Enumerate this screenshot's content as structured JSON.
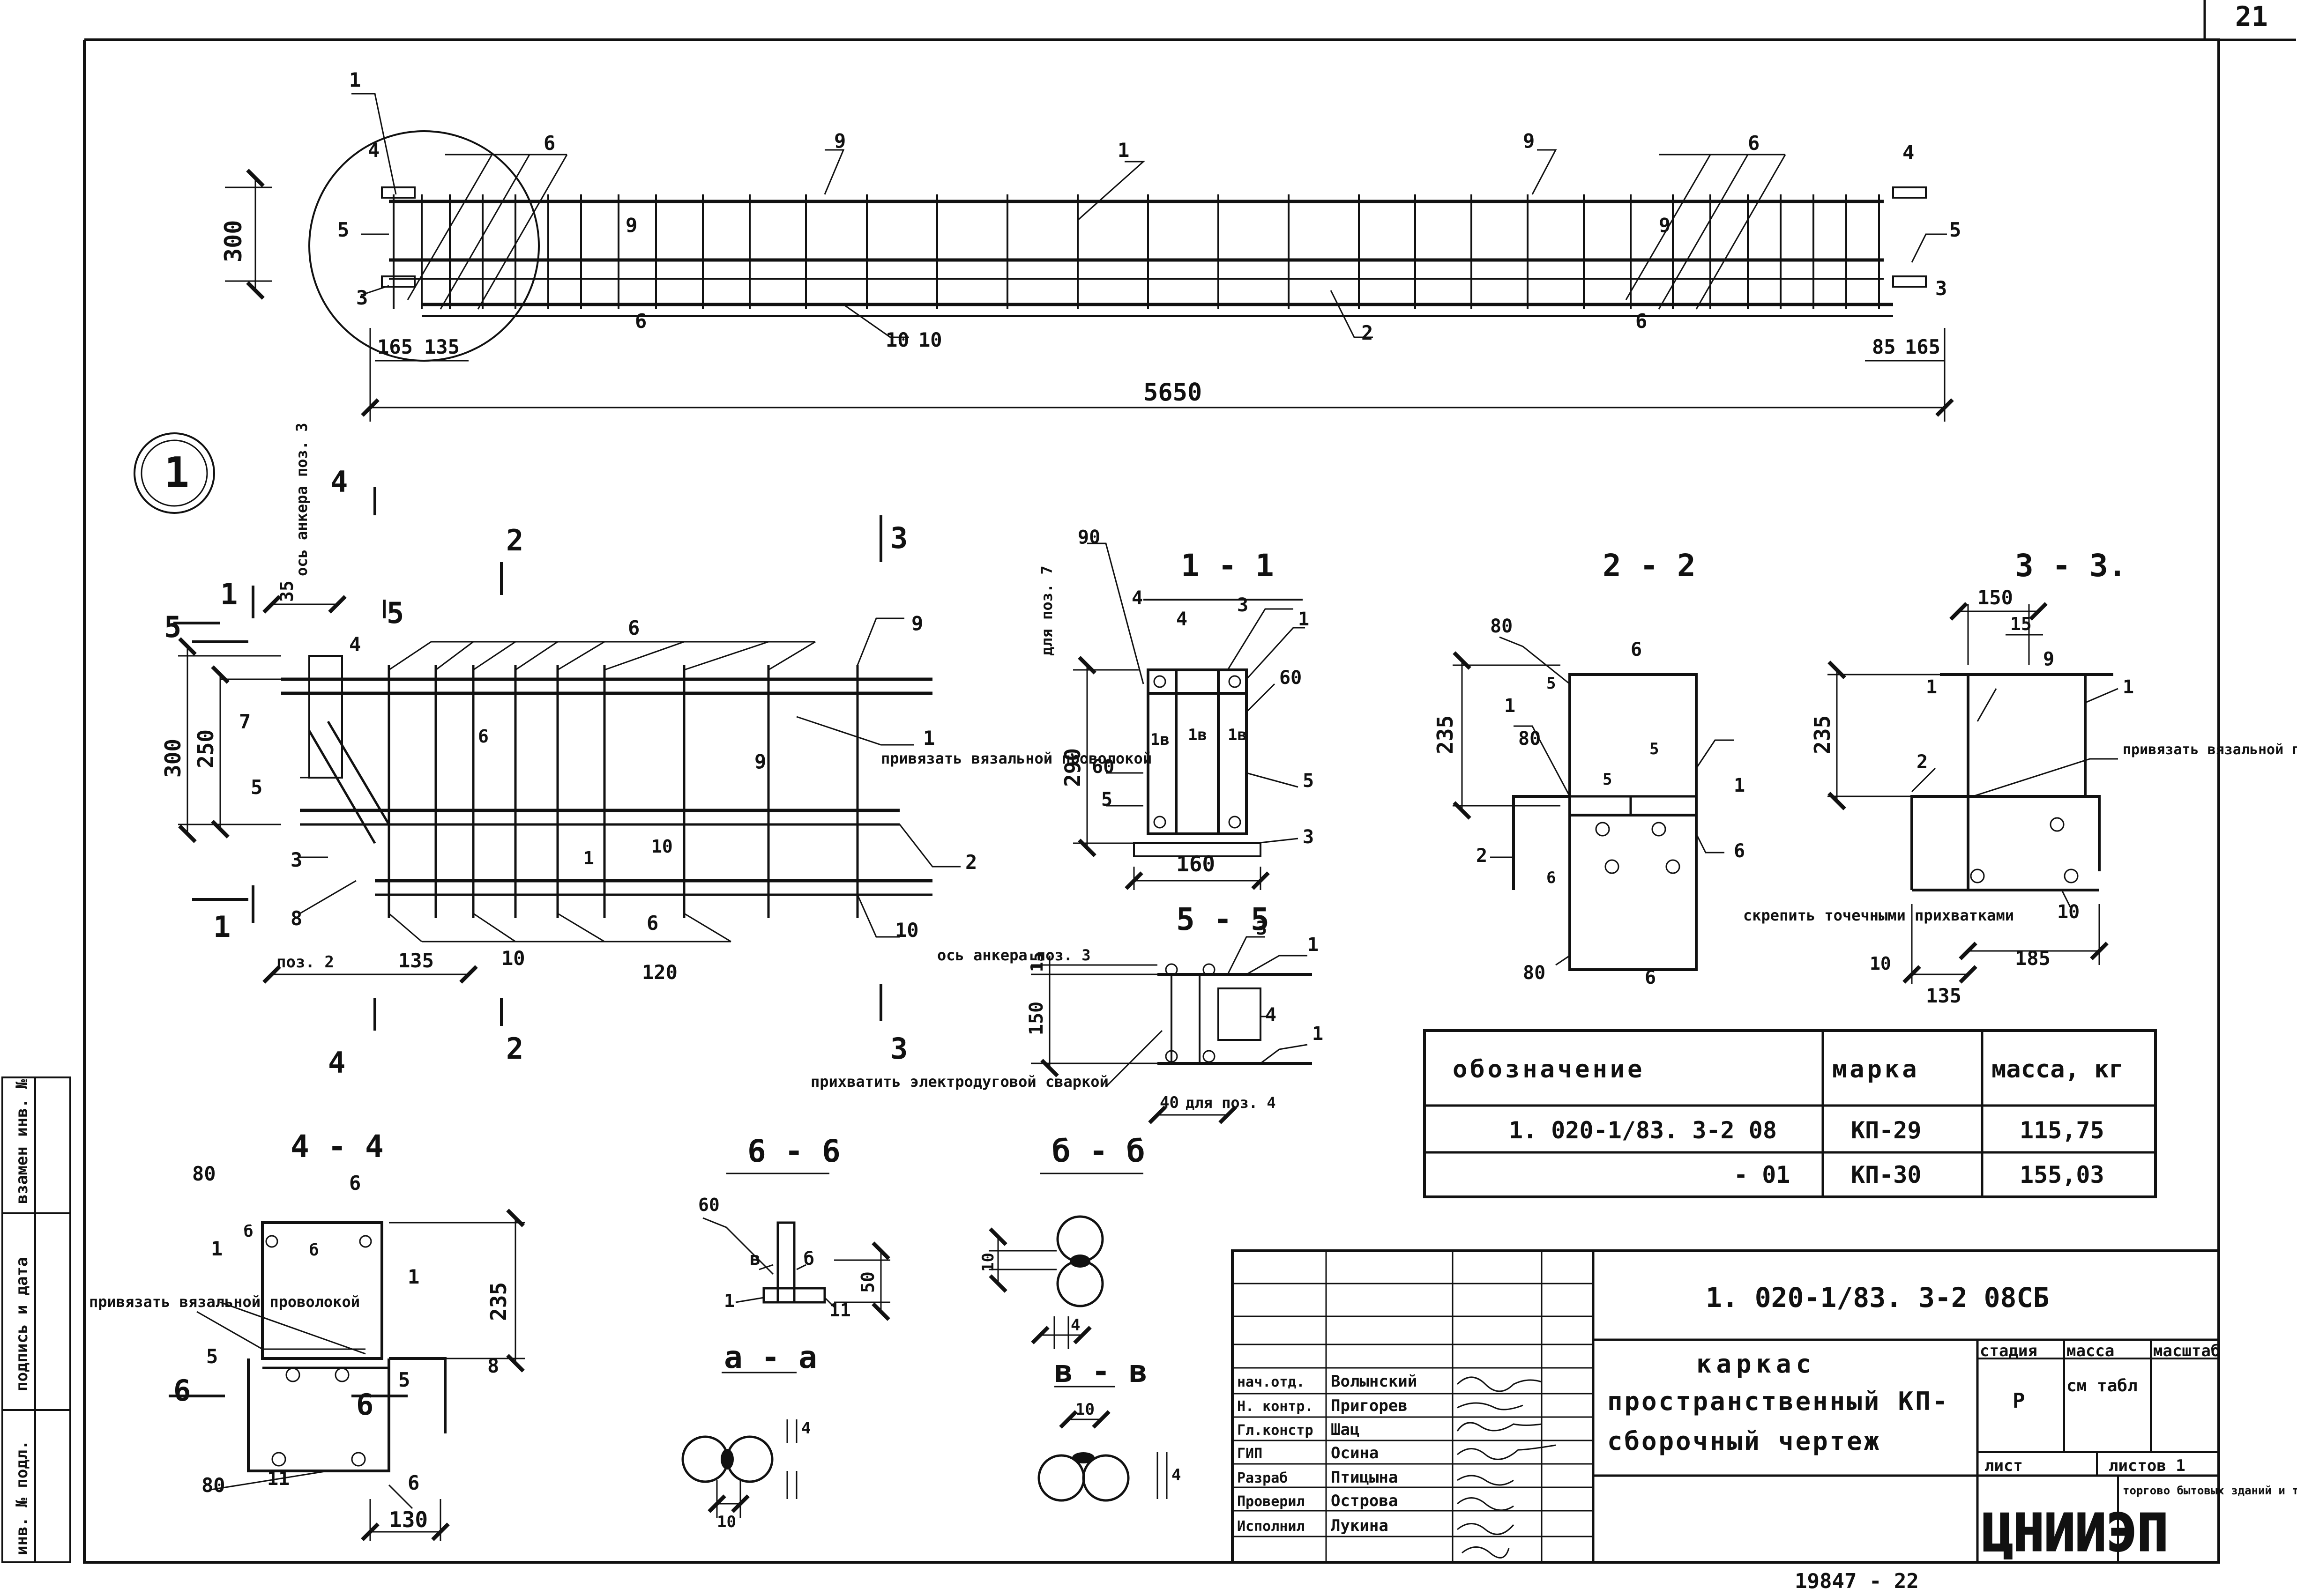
{
  "sheet_number": "21",
  "top_view": {
    "dim_height": "300",
    "dim_left_1": "165",
    "dim_left_2": "135",
    "dim_total": "5650",
    "dim_right_1": "85",
    "dim_right_2": "165",
    "pos": [
      "1",
      "4",
      "5",
      "3",
      "6",
      "9",
      "9",
      "1",
      "10",
      "2",
      "6",
      "4",
      "5",
      "3",
      "6",
      "9",
      "10",
      "9",
      "6"
    ]
  },
  "detail_marker": "1",
  "detail_view": {
    "axis_label": "ось анкера поз. 3",
    "dim_35": "35",
    "dim_300": "300",
    "dim_250": "250",
    "dim_135": "135",
    "dim_120": "120",
    "label_poz2": "поз. 2",
    "tie_note": "привязать вязальной проволокой",
    "sec_labels": [
      "1",
      "1",
      "2",
      "2",
      "3",
      "3",
      "4",
      "4",
      "5",
      "5"
    ],
    "pos": [
      "4",
      "6",
      "9",
      "7",
      "5",
      "3",
      "8",
      "6",
      "9",
      "1",
      "10",
      "6",
      "10",
      "1",
      "2"
    ]
  },
  "section_1_1": {
    "title": "1 - 1",
    "dim_290": "290",
    "dim_160": "160",
    "note_pos7": "для поз. 7",
    "pos": [
      "90",
      "4",
      "3",
      "1",
      "60",
      "1в",
      "1в",
      "1в",
      "60",
      "5",
      "5",
      "3"
    ]
  },
  "section_2_2": {
    "title": "2 - 2",
    "dim_235": "235",
    "pos": [
      "80",
      "6",
      "1",
      "80",
      "5",
      "5",
      "1",
      "2",
      "5",
      "6",
      "6",
      "80",
      "6"
    ],
    "note_weld": "скрепить точечными прихватками"
  },
  "section_3_3": {
    "title": "3 - 3.",
    "dim_150": "150",
    "dim_15": "15",
    "dim_235": "235",
    "dim_10": "10",
    "dim_135": "135",
    "dim_185": "185",
    "tie_note": "привязать вязальной проволокой",
    "pos": [
      "9",
      "1",
      "1",
      "2",
      "10"
    ]
  },
  "section_5_5": {
    "title": "5 - 5",
    "axis_label": "ось анкера поз. 3",
    "dim_15": "15",
    "dim_150": "150",
    "dim_40": "40",
    "note_pos4": "для поз. 4",
    "weld_note": "прихватить электродуговой сваркой",
    "pos": [
      "3",
      "1",
      "4",
      "1"
    ]
  },
  "section_4_4": {
    "title": "4 - 4",
    "dim_235": "235",
    "dim_130": "130",
    "tie_note": "привязать вязальной проволокой",
    "pos": [
      "80",
      "6",
      "1",
      "1",
      "5",
      "5",
      "8",
      "6",
      "6",
      "80",
      "11",
      "б",
      "б",
      "6"
    ]
  },
  "section_6_6": {
    "title": "6 - 6",
    "pos": [
      "60",
      "в",
      "б",
      "1",
      "11"
    ],
    "dim_50": "50"
  },
  "section_b_b": {
    "title": "б - б",
    "dim_10": "10",
    "dim_4": "4"
  },
  "section_a_a": {
    "title": "а - а",
    "dim_10": "10",
    "dim_4": "4"
  },
  "section_v_v": {
    "title": "в - в",
    "dim_10": "10",
    "dim_4": "4"
  },
  "spec_table": {
    "headers": [
      "обозначение",
      "марка",
      "масса, кг"
    ],
    "rows": [
      [
        "1. 020-1/83. 3-2 08",
        "КП-29",
        "115,75"
      ],
      [
        "- 01",
        "КП-30",
        "155,03"
      ]
    ]
  },
  "title_block": {
    "doc_code": "1. 020-1/83. 3-2 08СБ",
    "title_lines": [
      "каркас",
      "пространственный КП-",
      "сборочный чертеж"
    ],
    "stage_head": "стадия",
    "mass_head": "масса",
    "scale_head": "масштаб",
    "stage": "Р",
    "mass": "см табл",
    "sheet_label": "лист",
    "sheets_label": "листов 1",
    "org_logo": "ЦНИИЭП",
    "org_name": "торгово бытовых зданий и туристских комплексов",
    "staff": [
      [
        "нач.отд.",
        "Волынский"
      ],
      [
        "Н. контр.",
        "Пригорев"
      ],
      [
        "Гл.констр",
        "Шац"
      ],
      [
        "ГИП",
        "Осина"
      ],
      [
        "Разраб",
        "Птицына"
      ],
      [
        "Проверил",
        "Острова"
      ],
      [
        "Исполнил",
        "Лукина"
      ]
    ]
  },
  "side_stamp": [
    "инв. № подл.",
    "подпись и дата",
    "взамен инв. №"
  ],
  "footer": "19847 - 22"
}
